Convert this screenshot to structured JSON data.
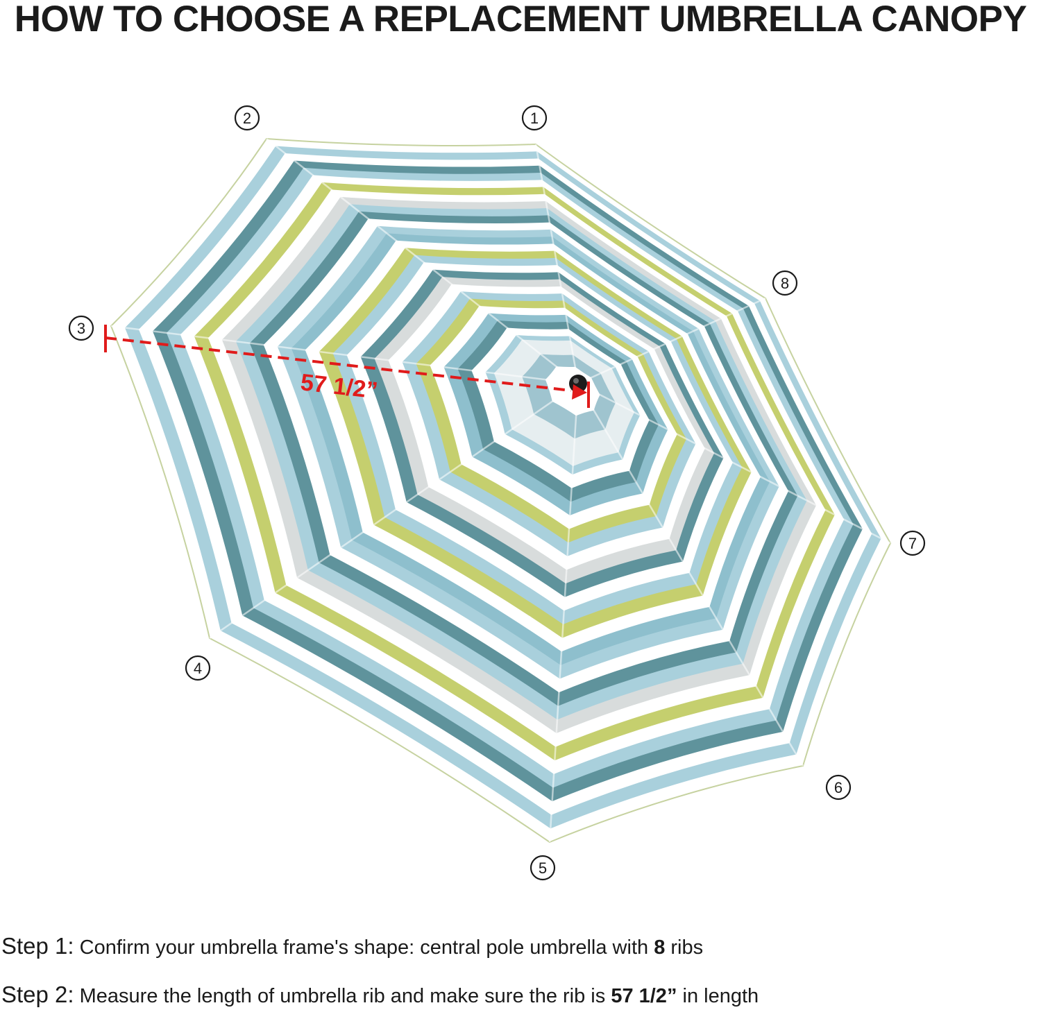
{
  "title": "HOW TO CHOOSE A REPLACEMENT UMBRELLA CANOPY",
  "diagram": {
    "rib_markers": [
      "①",
      "②",
      "③",
      "④",
      "⑤",
      "⑥",
      "⑦",
      "⑧"
    ],
    "rib_count": 8,
    "measurement_label": "57 1/2”",
    "measurement_color": "#e01b1b",
    "stripe_colors": [
      "#ffffff",
      "#a9d0dc",
      "#5f939c",
      "#c5cf6e",
      "#d8dcdc",
      "#8ebfcd"
    ]
  },
  "steps": [
    {
      "label": "Step 1:",
      "text_before": " Confirm your umbrella frame's shape: central pole umbrella with ",
      "emphasis": "8",
      "text_after": " ribs"
    },
    {
      "label": "Step 2:",
      "text_before": " Measure the length of umbrella rib and make sure the rib is ",
      "emphasis": "57 1/2”",
      "text_after": " in length"
    }
  ]
}
